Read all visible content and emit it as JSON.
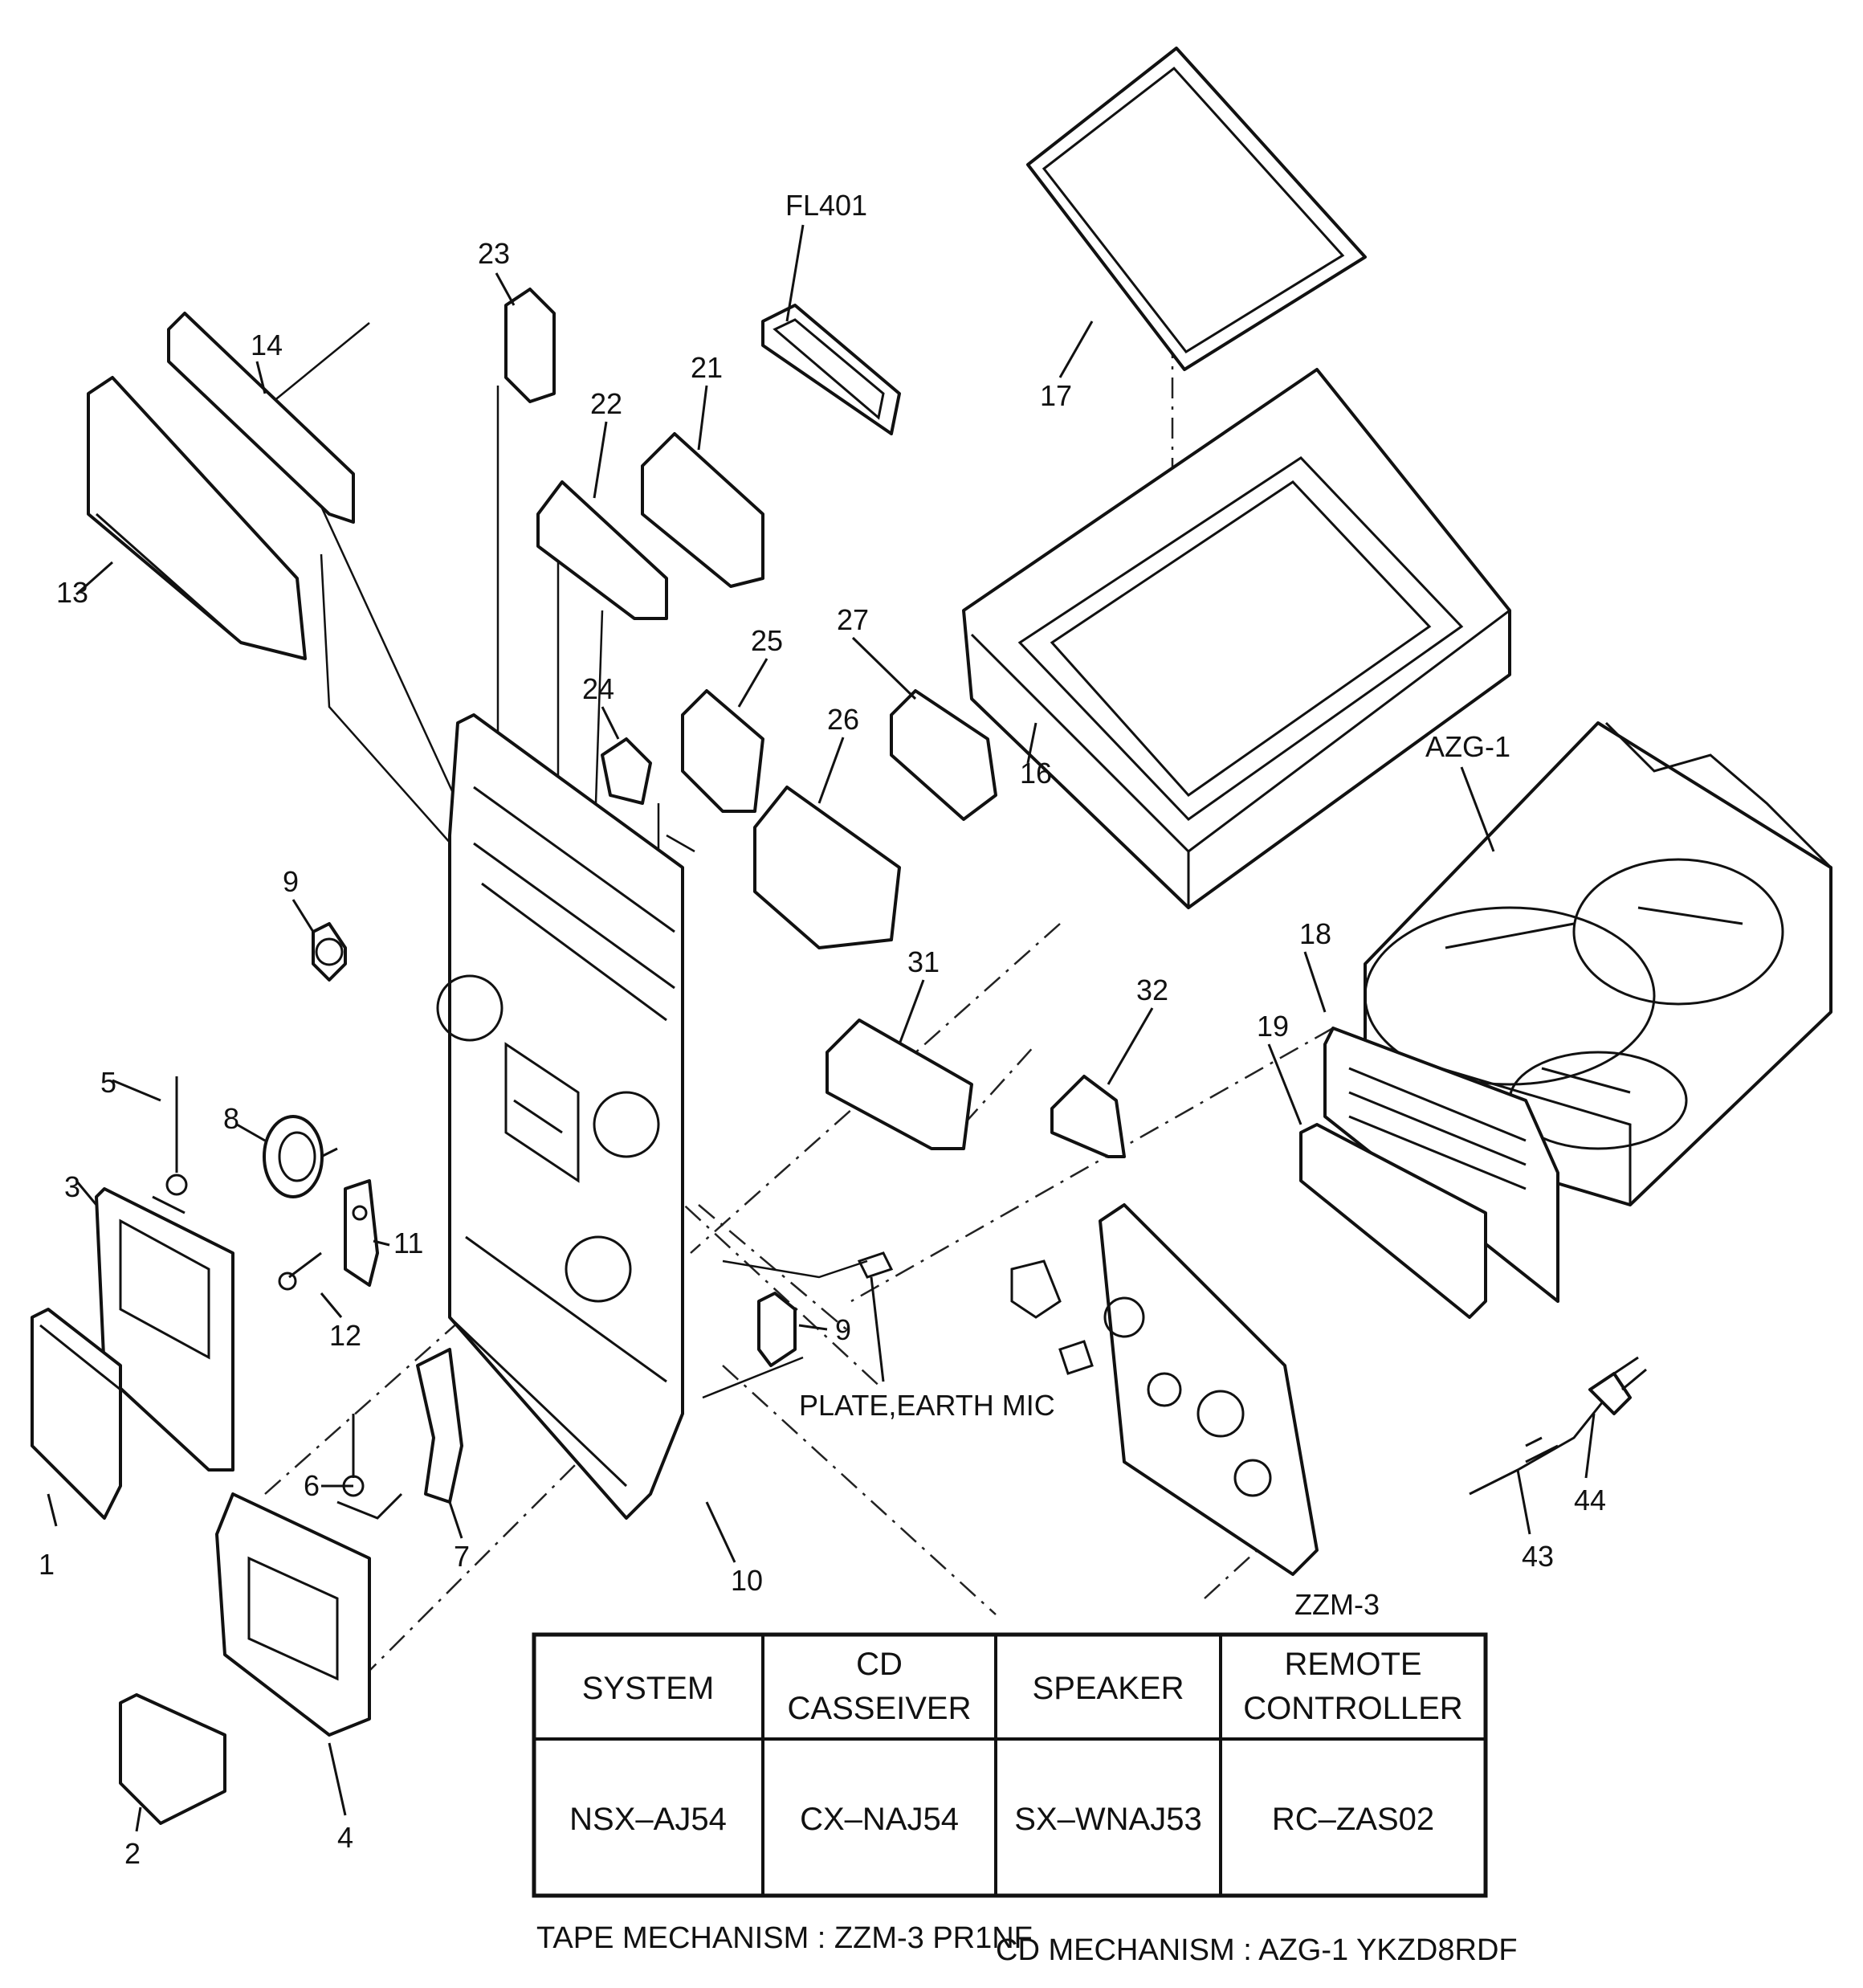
{
  "labels": {
    "l1": "1",
    "l2": "2",
    "l3": "3",
    "l4": "4",
    "l5": "5",
    "l6": "6",
    "l7": "7",
    "l8": "8",
    "l9a": "9",
    "l9b": "9",
    "l10": "10",
    "l11": "11",
    "l12": "12",
    "l13": "13",
    "l14": "14",
    "l16": "16",
    "l17": "17",
    "l18": "18",
    "l19": "19",
    "l21": "21",
    "l22": "22",
    "l23": "23",
    "l24": "24",
    "l25": "25",
    "l26": "26",
    "l27": "27",
    "l31": "31",
    "l32": "32",
    "l43": "43",
    "l44": "44",
    "fl401": "FL401",
    "azg": "AZG-1",
    "zzm": "ZZM-3",
    "plate": "PLATE,EARTH MIC"
  },
  "table": {
    "headers": [
      "SYSTEM",
      "CD",
      "CASSEIVER",
      "SPEAKER",
      "REMOTE",
      "CONTROLLER"
    ],
    "row": [
      "NSX–AJ54",
      "CX–NAJ54",
      "SX–WNAJ53",
      "RC–ZAS02"
    ]
  },
  "footer": {
    "tape": "TAPE MECHANISM : ZZM-3 PR1NF",
    "cd": "CD MECHANISM : AZG-1 YKZD8RDF"
  }
}
